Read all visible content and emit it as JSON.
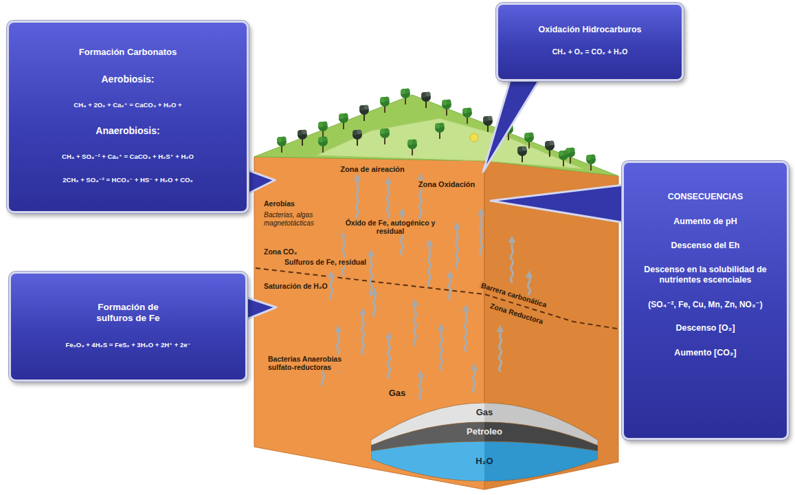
{
  "diagram": {
    "nodes": [
      {
        "text": [
          "Formación Carbonatos",
          "Aerobiosis:",
          "CH₄ + 2O₂ + Ca₂⁺ = CaCO₃ + H₂O +",
          "Anaerobiosis:",
          "CH₄ + SO₄⁻² + Ca₂⁺ = CaCO₃ + H₂S⁺ + H₂O",
          "2CH₂ + SO₄⁻² = HCO₃⁻ + HS⁻ + H₂O + CO₂"
        ]
      },
      {
        "text": [
          "Oxidación Hidrocarburos",
          "CH₄ + O₂ = CO₂ + H₂O"
        ]
      },
      {
        "text": [
          "CONSECUENCIAS",
          "Aumento de pH",
          "Descenso del Eh",
          "Descenso en la solubilidad de nutrientes escenciales",
          "(SO₄⁻², Fe, Cu, Mn, Zn, NO₃⁻)",
          "Descenso [O₂]",
          "Aumento [CO₂]"
        ]
      },
      {
        "text": [
          "Formación de sulfuros de Fe",
          "Fe₂O₃ + 4H₂S = FeS₂ + 3H₂O + 2H⁺ + 2e⁻"
        ]
      },
      {
        "text": [
          "Gas"
        ]
      },
      {
        "text": [
          "Petroleo"
        ]
      },
      {
        "text": [
          "H₂O"
        ]
      }
    ],
    "labels": [
      "Zona de aireación",
      "Zona Oxidación",
      "Aerobias",
      "Bacterias, algas magnetotácticas",
      "Óxido de Fe, autogénico y residual",
      "Zona CO₂",
      "Sulfuros de Fe, residual",
      "Saturación de H₂O",
      "Barrera carbonática",
      "Zona Reductora",
      "Bacterias Anaerobias sulfato-reductoras",
      "Gas"
    ]
  }
}
